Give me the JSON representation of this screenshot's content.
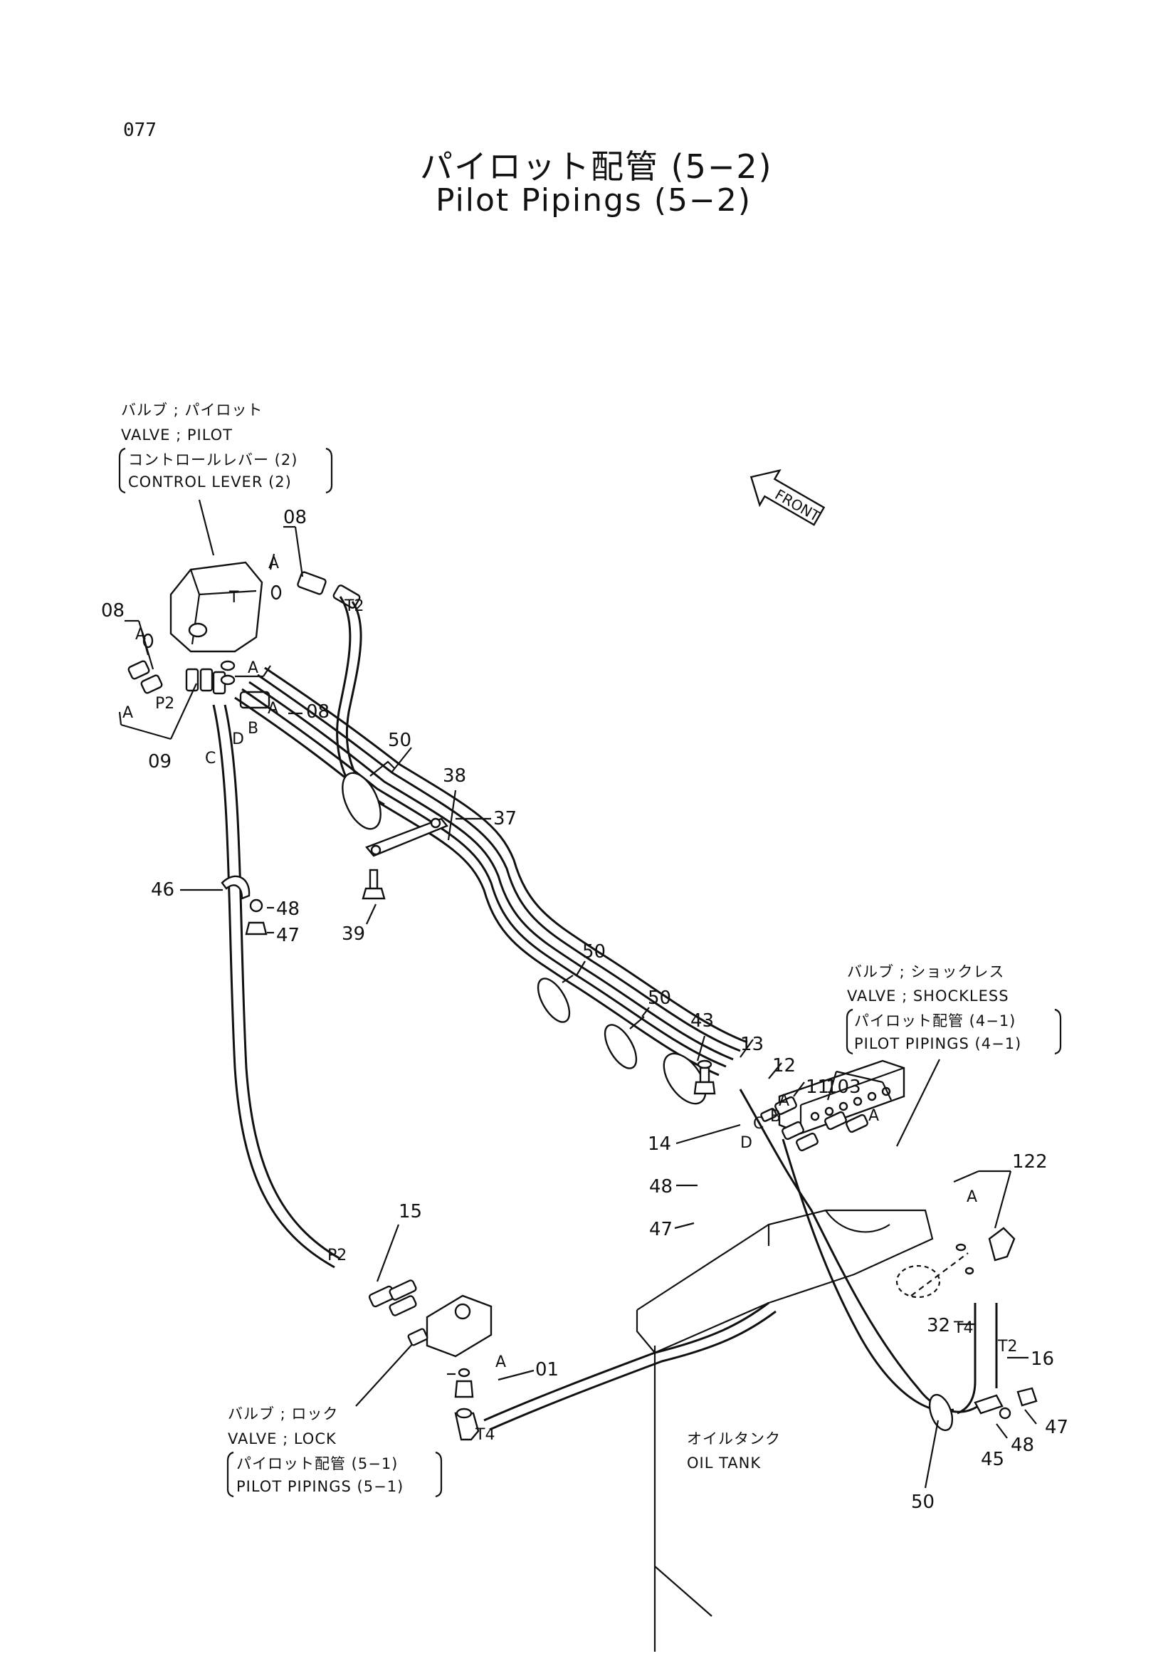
{
  "page_number": "077",
  "title_jp": "パイロット配管 (5−2)",
  "title_en": "Pilot Pipings (5−2)",
  "front_label": "FRONT",
  "component_labels": {
    "pilot_valve": {
      "jp": "バルブ ; パイロット",
      "en": "VALVE ; PILOT",
      "sub_jp": "コントロールレバー (2)",
      "sub_en": "CONTROL LEVER (2)"
    },
    "shockless_valve": {
      "jp": "バルブ ; ショックレス",
      "en": "VALVE ; SHOCKLESS",
      "sub_jp": "パイロット配管 (4−1)",
      "sub_en": "PILOT PIPINGS (4−1)"
    },
    "lock_valve": {
      "jp": "バルブ ; ロック",
      "en": "VALVE ; LOCK",
      "sub_jp": "パイロット配管 (5−1)",
      "sub_en": "PILOT PIPINGS (5−1)"
    },
    "oil_tank": {
      "jp": "オイルタンク",
      "en": "OIL TANK"
    }
  },
  "callouts": {
    "c08a": "08",
    "c08b": "08",
    "c08c": "08",
    "c09": "09",
    "c50a": "50",
    "c50b": "50",
    "c50c": "50",
    "c50d": "50",
    "c38": "38",
    "c37": "37",
    "c39": "39",
    "c46": "46",
    "c48a": "48",
    "c47a": "47",
    "c43": "43",
    "c13": "13",
    "c12": "12",
    "c11": "11",
    "c103": "103",
    "c14": "14",
    "c48b": "48",
    "c47b": "47",
    "c15": "15",
    "c01": "01",
    "c122": "122",
    "c32": "32",
    "c16": "16",
    "c47c": "47",
    "c48c": "48",
    "c45": "45"
  },
  "port_labels": {
    "A1": "A",
    "A2": "A",
    "A3": "A",
    "A4": "A",
    "A5": "A",
    "A6": "A",
    "A7": "A",
    "A8": "A",
    "A9": "A",
    "T_valve": "T",
    "T2a": "T2",
    "T2b": "T2",
    "T4a": "T4",
    "T4b": "T4",
    "P2a": "P2",
    "P2b": "P2",
    "B1": "B",
    "B2": "B",
    "C1": "C",
    "C2": "C",
    "D1": "D",
    "D2": "D"
  }
}
